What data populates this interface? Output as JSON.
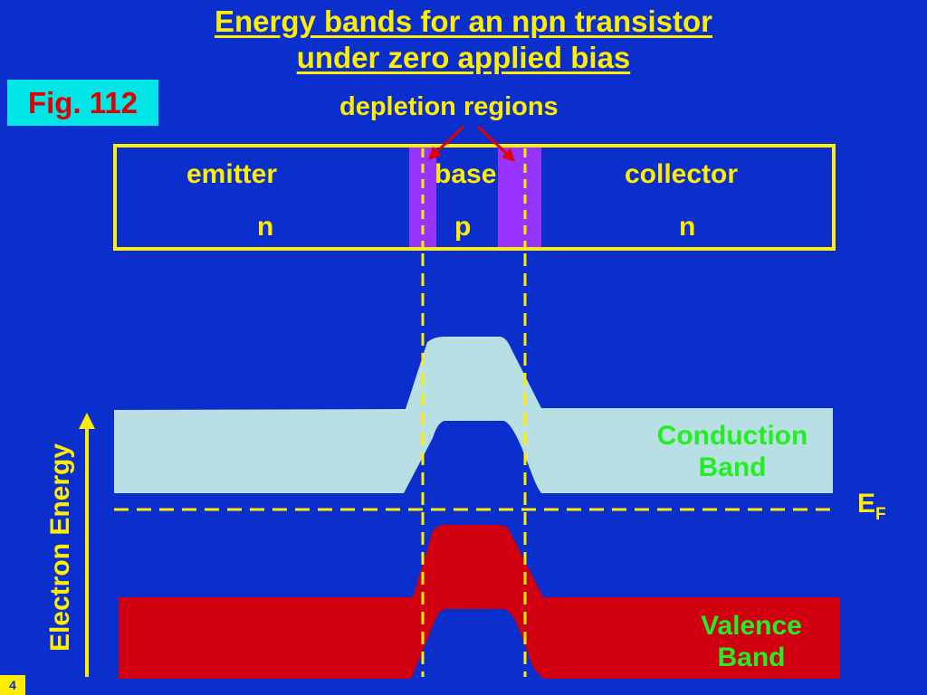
{
  "title": {
    "line1": "Energy bands for an npn transistor",
    "line2": "under zero applied bias"
  },
  "figure_label": "Fig. 112",
  "depletion_label": "depletion regions",
  "regions": {
    "emitter": {
      "name": "emitter",
      "type": "n"
    },
    "base": {
      "name": "base",
      "type": "p"
    },
    "collector": {
      "name": "collector",
      "type": "n"
    }
  },
  "bands": {
    "conduction_line1": "Conduction",
    "conduction_line2": "Band",
    "valence_line1": "Valence",
    "valence_line2": "Band"
  },
  "fermi": {
    "main": "E",
    "sub": "F"
  },
  "axis_label": "Electron Energy",
  "page_number": "4",
  "colors": {
    "background": "#0a2fcc",
    "text_yellow": "#ffee00",
    "text_green": "#22ee22",
    "conduction_band": "#b8e0e4",
    "valence_band": "#d00010",
    "depletion": "#9933ff",
    "arrow": "#e00000",
    "fig_box": "#00e6e6"
  }
}
